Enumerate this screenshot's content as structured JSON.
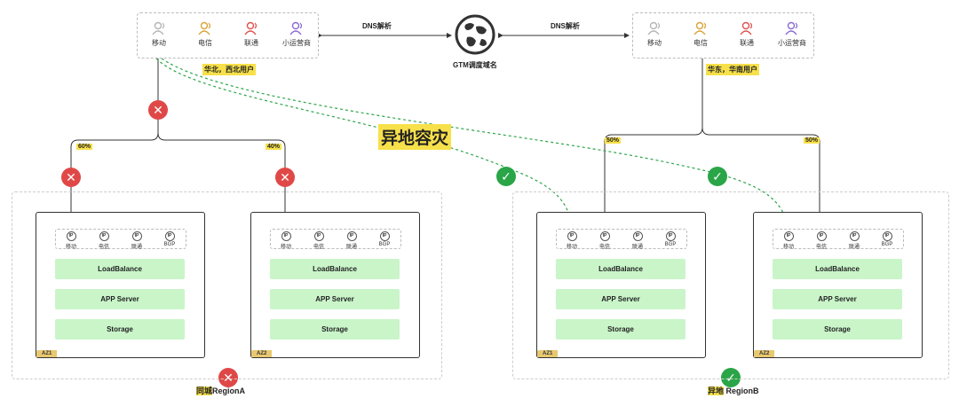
{
  "carriers": [
    "移动",
    "电信",
    "联通",
    "小运营商"
  ],
  "carrier_colors": [
    "#b5b5b5",
    "#d9a43a",
    "#e05050",
    "#8a6bd6"
  ],
  "dns_label": "DNS解析",
  "gtm_label": "GTM调度域名",
  "left_users_label": "华北，西北用户",
  "right_users_label": "华东，华南用户",
  "left_split": [
    "60%",
    "40%"
  ],
  "right_split": [
    "50%",
    "50%"
  ],
  "disaster_label": "异地容灾",
  "ip_entries": [
    "移动",
    "电信",
    "联通",
    "BGP"
  ],
  "ip_glyph": "IP",
  "layers": [
    "LoadBalance",
    "APP Server",
    "Storage"
  ],
  "az_labels": [
    "AZ1",
    "AZ2"
  ],
  "region_a": {
    "mark": "同城",
    "name": "RegionA"
  },
  "region_b": {
    "mark": "异地",
    "name": " RegionB"
  },
  "status_icons": {
    "fail": "✕",
    "ok": "✓"
  }
}
